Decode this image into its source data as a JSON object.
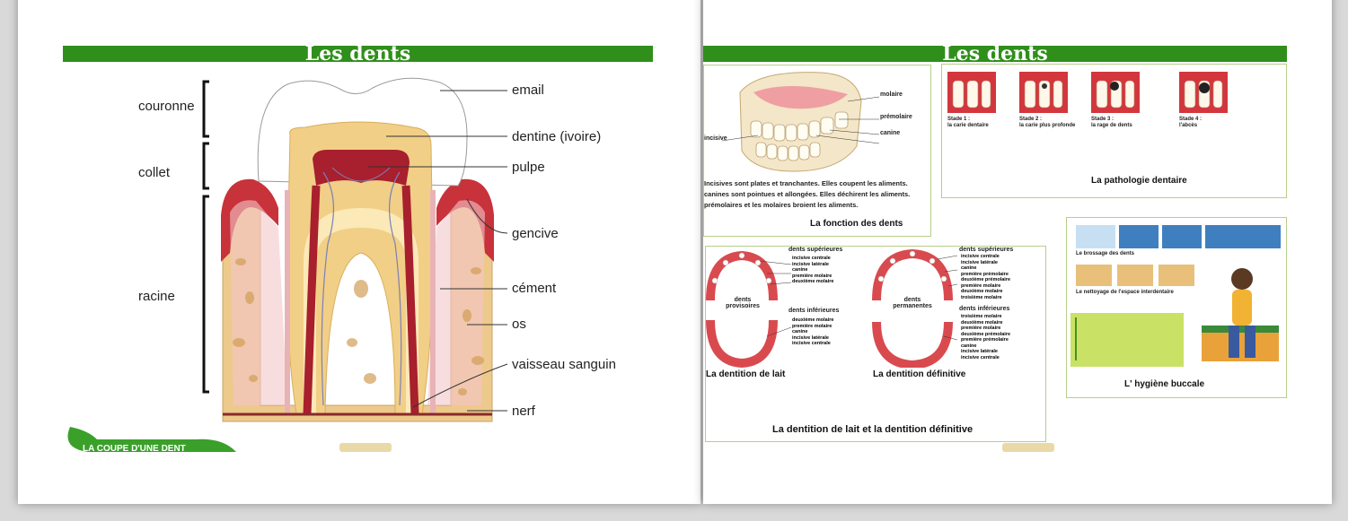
{
  "left_page": {
    "title": "Les dents",
    "regions": {
      "couronne": "couronne",
      "collet": "collet",
      "racine": "racine"
    },
    "labels": {
      "email": "email",
      "dentine": "dentine (ivoire)",
      "pulpe": "pulpe",
      "gencive": "gencive",
      "cement": "cément",
      "os": "os",
      "vaisseau": "vaisseau sanguin",
      "nerf": "nerf"
    },
    "footer_tab": "LA COUPE D'UNE DENT"
  },
  "right_page": {
    "title": "Les dents",
    "fonction": {
      "labels": {
        "molaire": "molaire",
        "premolaire": "prémolaire",
        "canine": "canine",
        "incisive": "incisive"
      },
      "text1": "Incisives sont plates et tranchantes. Elles coupent les aliments.",
      "text2": "canines sont pointues et allongées. Elles déchirent les aliments.",
      "text3": "prémolaires et les molaires broient les aliments.",
      "caption": "La fonction des dents"
    },
    "pathologie": {
      "stages": [
        {
          "title": "Stade 1 :",
          "subtitle": "la carie dentaire"
        },
        {
          "title": "Stade 2 :",
          "subtitle": "la carie plus profonde"
        },
        {
          "title": "Stade 3 :",
          "subtitle": "la rage de dents"
        },
        {
          "title": "Stade 4 :",
          "subtitle": "l'abcès"
        }
      ],
      "caption": "La pathologie dentaire"
    },
    "dentition": {
      "lait_sup": "dents supérieures",
      "lait_inf": "dents inférieures",
      "perm_sup": "dents supérieures",
      "perm_inf": "dents inférieures",
      "lait_center": "dents provisoires",
      "perm_center": "dents permanentes",
      "lait_list_sup": [
        "incisive centrale",
        "incisive latérale",
        "canine",
        "première molaire",
        "deuxième molaire"
      ],
      "lait_list_inf": [
        "deuxième molaire",
        "première molaire",
        "canine",
        "incisive latérale",
        "incisive centrale"
      ],
      "perm_list_sup": [
        "incisive centrale",
        "incisive latérale",
        "canine",
        "première prémolaire",
        "deuxième prémolaire",
        "première molaire",
        "deuxième molaire",
        "troisième molaire"
      ],
      "perm_list_inf": [
        "troisième molaire",
        "deuxième molaire",
        "première molaire",
        "deuxième prémolaire",
        "première prémolaire",
        "canine",
        "incisive latérale",
        "incisive centrale"
      ],
      "lait_title": "La dentition de lait",
      "perm_title": "La dentition définitive",
      "caption": "La dentition de lait et la dentition définitive"
    },
    "hygiene": {
      "brossage": "Le brossage des dents",
      "nettoyage": "Le nettoyage de l'espace interdentaire",
      "caption": "L' hygiène buccale"
    }
  },
  "colors": {
    "banner": "#2f8f1a",
    "gum": "#c8323a",
    "dentin": "#f1cf86",
    "bone": "#edc98c",
    "frame": "#b7cf8a"
  }
}
